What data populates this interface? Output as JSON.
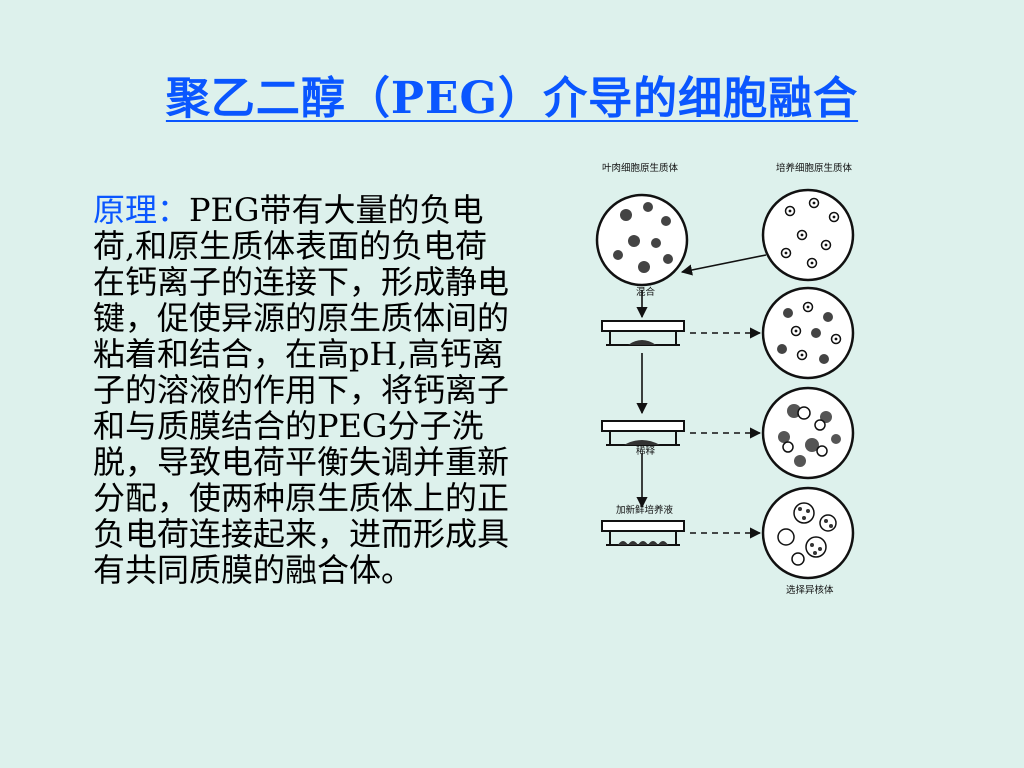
{
  "title": "聚乙二醇（PEG）介导的细胞融合",
  "principle": {
    "term": "原理：",
    "text": "PEG带有大量的负电荷,和原生质体表面的负电荷在钙离子的连接下，形成静电键，促使异源的原生质体间的粘着和结合，在高pH,高钙离子的溶液的作用下，将钙离子和与质膜结合的PEG分子洗脱，导致电荷平衡失调并重新分配，使两种原生质体上的正负电荷连接起来，进而形成具有共同质膜的融合体。"
  },
  "diagram": {
    "label_mesophyll": "叶肉细胞原生质体",
    "label_culture": "培养细胞原生质体",
    "step_mix": "混合",
    "step_dilute": "稀释",
    "step_fresh_medium": "加新鲜培养液",
    "label_select": "选择异核体"
  }
}
